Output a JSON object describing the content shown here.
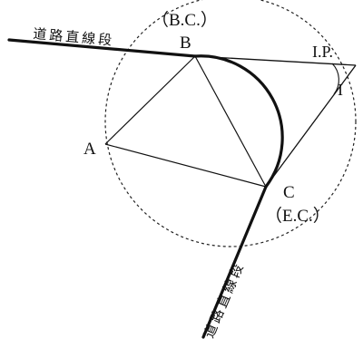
{
  "diagram": {
    "labels": {
      "bc_note": "（B.C.）",
      "b": "B",
      "ip": "I.P.",
      "i": "I",
      "a": "A",
      "c": "C",
      "ec_note": "（E.C.）",
      "road_top": "道路直線段",
      "road_bottom": "道路直線段"
    }
  }
}
